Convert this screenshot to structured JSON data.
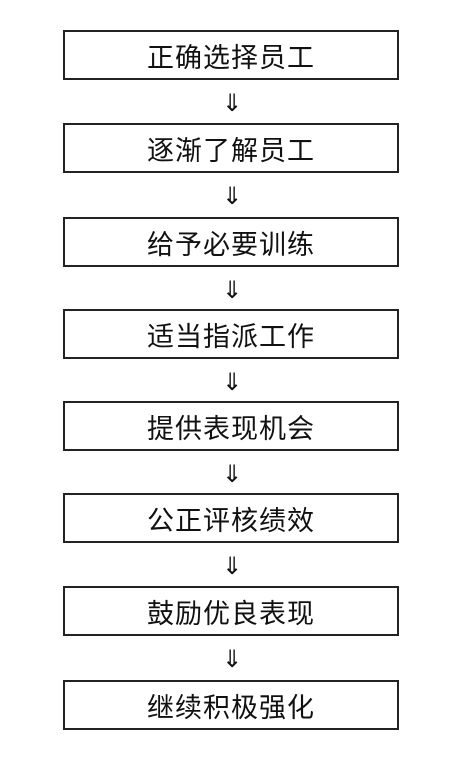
{
  "steps": [
    "正确选择员工",
    "逐渐了解员工",
    "给予必要训练",
    "适当指派工作",
    "提供表现机会",
    "公正评核绩效",
    "鼓励优良表现",
    "继续积极强化"
  ],
  "connector_icon": "double-down-arrow",
  "connector_glyph": "⇓"
}
